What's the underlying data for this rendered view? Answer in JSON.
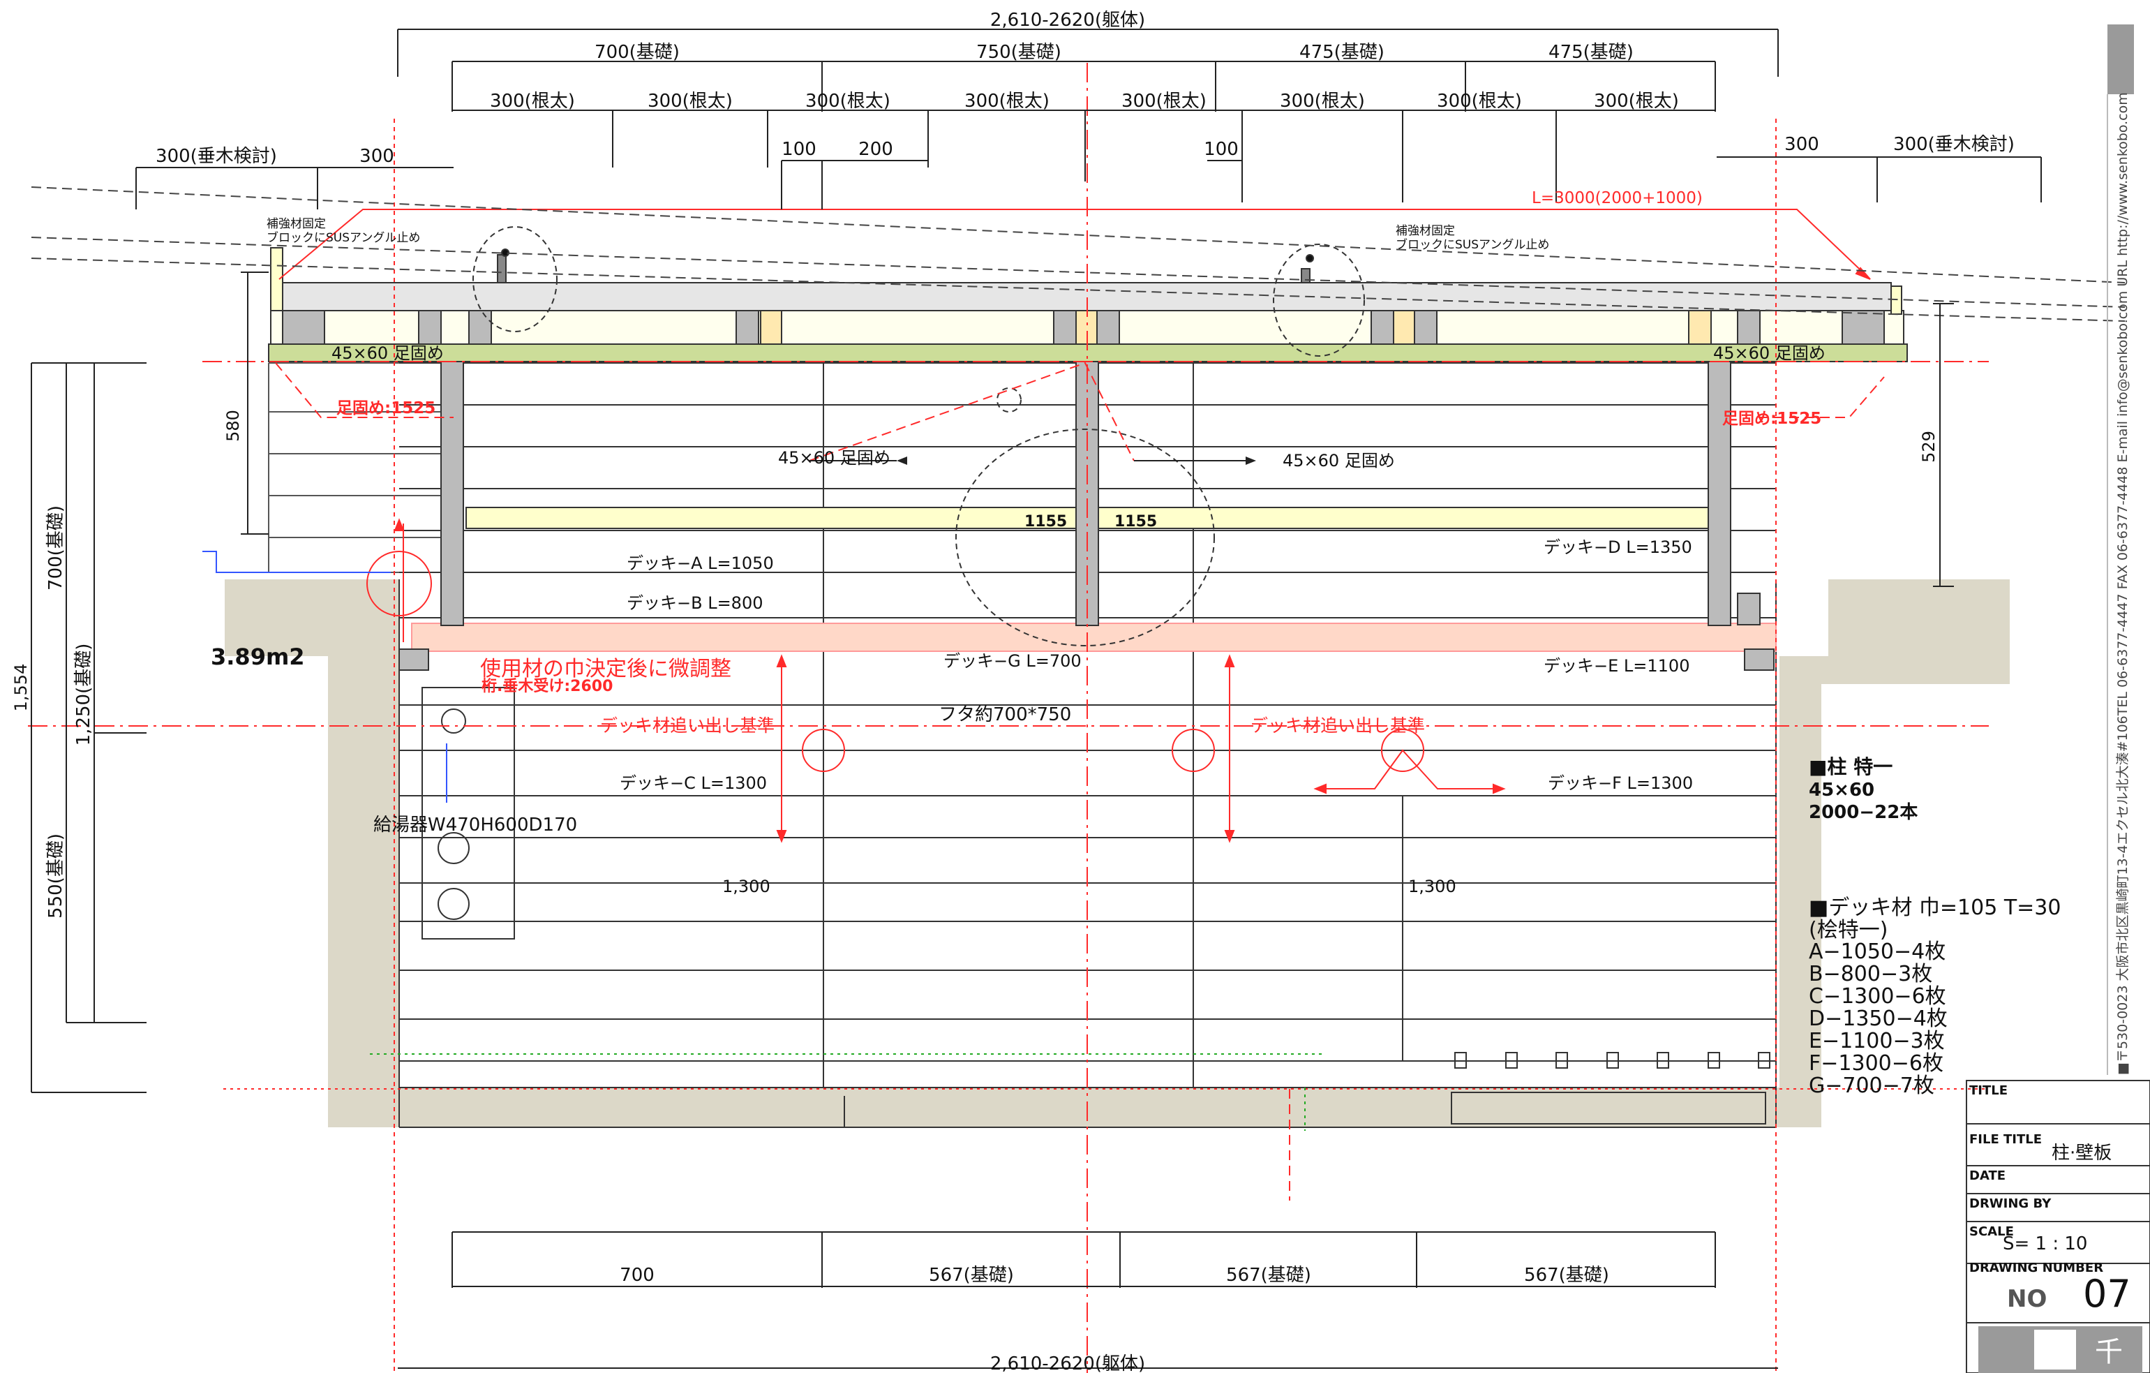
{
  "colors": {
    "line": "#222222",
    "red": "#ff2a2a",
    "ground": "#dcd8c8",
    "yellow": "#ffffcc",
    "green": "#ccdd99",
    "pink": "#ffd8c8",
    "post": "#b0b0b0",
    "sidebar": "#9a9a9a"
  },
  "dims": {
    "top_total": "2,610-2620(躯体)",
    "bottom_total": "2,610-2620(躯体)",
    "foundation_top": [
      "700(基礎)",
      "750(基礎)",
      "475(基礎)",
      "475(基礎)"
    ],
    "joist": [
      "300(根太)",
      "300(根太)",
      "300(根太)",
      "300(根太)",
      "300(根太)",
      "300(根太)",
      "300(根太)",
      "300(根太)"
    ],
    "small": [
      "100",
      "200",
      "100"
    ],
    "left_rafter": "300(垂木検討)",
    "left_300": "300",
    "right_300": "300",
    "right_rafter": "300(垂木検討)",
    "bottom_foundation": [
      "700",
      "567(基礎)",
      "567(基礎)",
      "567(基礎)"
    ],
    "left_total": "1,554",
    "left_700": "700(基礎)",
    "left_1250": "1,250(基礎)",
    "left_550": "550(基礎)",
    "h580": "580",
    "h529": "529"
  },
  "labels": {
    "beam_L": "L=3000(2000+1000)",
    "reinforce_l1": "補強材固定",
    "reinforce_l2": "ブロックにSUSアングル止め",
    "reinforce_r1": "補強材固定",
    "reinforce_r2": "ブロックにSUSアングル止め",
    "foot_left": "45×60  足固め",
    "foot_right": "45×60  足固め",
    "foot_1525_l": "足固め:1525",
    "foot_1525_r": "足固め:1525",
    "foot_mid_l": "45×60  足固め",
    "foot_mid_r": "45×60  足固め",
    "n1155_l": "1155",
    "n1155_r": "1155",
    "deckA": "デッキ−A  L=1050",
    "deckB": "デッキ−B  L=800",
    "deckD": "デッキ−D  L=1350",
    "deckG": "デッキ−G  L=700",
    "deckE": "デッキ−E  L=1100",
    "deckC": "デッキ−C  L=1300",
    "deckF": "デッキ−F  L=1300",
    "lid": "フタ約700*750",
    "area": "3.89m2",
    "adjust": "使用材の巾決定後に微調整",
    "beam2600": "桁.垂木受け:2600",
    "deck_ref_l": "デッキ材追い出し基準",
    "deck_ref_r": "デッキ材追い出し基準",
    "heater": "給湯器W470H600D170",
    "w1300_l": "1,300",
    "w1300_r": "1,300"
  },
  "notes": {
    "pillar_title": "■柱  特一",
    "pillar_size": "45×60",
    "pillar_qty": "2000−22本",
    "deck_title": "■デッキ材  巾=105  T=30",
    "deck_grade": "(桧特一)",
    "deck_list": [
      "A−1050−4枚",
      "B−800−3枚",
      "C−1300−6枚",
      "D−1350−4枚",
      "E−1100−3枚",
      "F−1300−6枚",
      "G−700−7枚"
    ]
  },
  "sidebar": {
    "text": "■〒530-0023 大阪市北区黒崎町13-4エクセル北大湊#106TEL 06-6377-4447  FAX 06-6377-4448  E-mail info@senkobo.com  URL  http://www.senkobo.com"
  },
  "titleblock": {
    "title_label": "TITLE",
    "file_title_label": "FILE TITLE",
    "file_title_value": "柱·壁板",
    "date_label": "DATE",
    "drawn_label": "DRWING BY",
    "scale_label": "SCALE",
    "scale_value": "S= 1 : 10",
    "number_label": "DRAWING NUMBER",
    "no_label": "NO",
    "no_value": "07",
    "logo_char": "千"
  }
}
